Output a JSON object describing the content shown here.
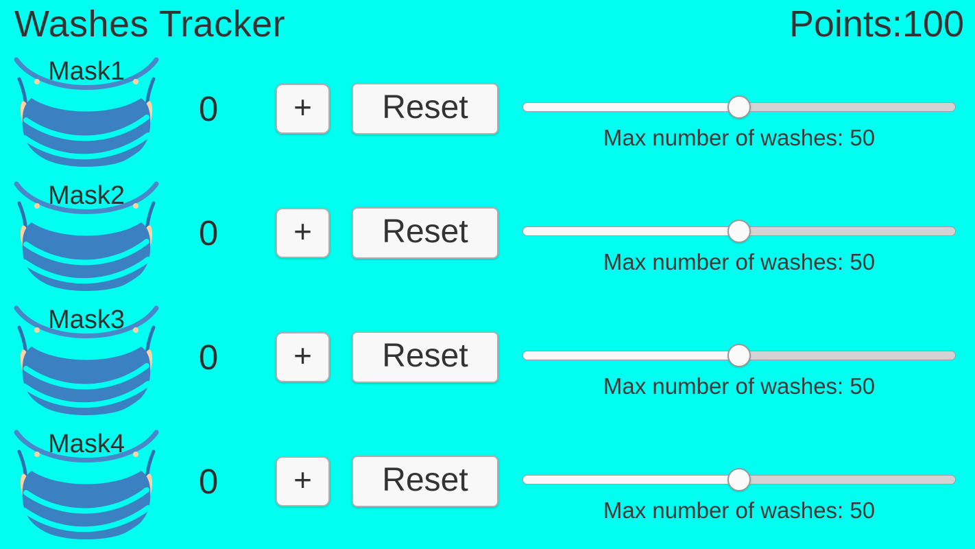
{
  "header": {
    "title": "Washes Tracker",
    "points": "Points:100"
  },
  "colors": {
    "background": "#00fff0",
    "text": "#333333",
    "mask_body_blue": "#3b80c1",
    "mask_strap_blue": "#4a87c8",
    "mask_ear_peach": "#fbd3a4",
    "button_background": "#f8f8f8",
    "slider_track_left": "#f8f8f8",
    "slider_track_right": "#d3d3d3"
  },
  "rows": [
    {
      "label": "Mask1",
      "count": "0",
      "plus": "+",
      "reset": "Reset",
      "slider_percent": 50,
      "max_text": "Max number of washes: 50"
    },
    {
      "label": "Mask2",
      "count": "0",
      "plus": "+",
      "reset": "Reset",
      "slider_percent": 50,
      "max_text": "Max number of washes: 50"
    },
    {
      "label": "Mask3",
      "count": "0",
      "plus": "+",
      "reset": "Reset",
      "slider_percent": 50,
      "max_text": "Max number of washes: 50"
    },
    {
      "label": "Mask4",
      "count": "0",
      "plus": "+",
      "reset": "Reset",
      "slider_percent": 50,
      "max_text": "Max number of washes: 50"
    }
  ]
}
